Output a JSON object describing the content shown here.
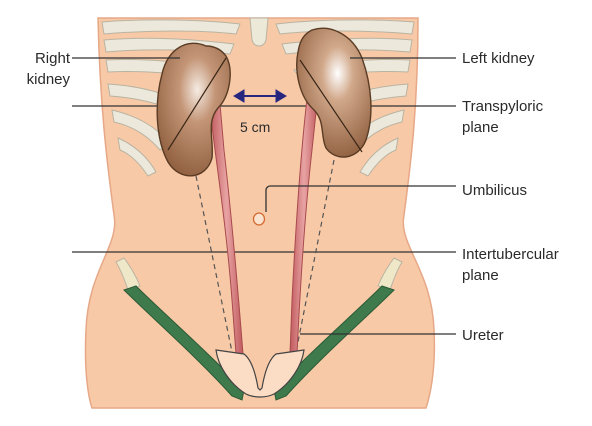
{
  "labels": {
    "right_kidney_line1": "Right",
    "right_kidney_line2": "kidney",
    "left_kidney": "Left kidney",
    "transpyloric_line1": "Transpyloric",
    "transpyloric_line2": "plane",
    "umbilicus": "Umbilicus",
    "intertubercular_line1": "Intertubercular",
    "intertubercular_line2": "plane",
    "ureter": "Ureter",
    "distance": "5 cm"
  },
  "colors": {
    "skin": "#f8c9a6",
    "skin_edge": "#e8a987",
    "ribs": "#e6e3d6",
    "kidney": "#9a6a48",
    "kidney_highlight": "#f3e7de",
    "ureter": "#c96468",
    "ureter_light": "#e59b9b",
    "iliac_band": "#3f7a4c",
    "arrow": "#2a2a8c",
    "line": "#333333"
  },
  "icons": {
    "distance_arrow": "double-headed-arrow"
  }
}
